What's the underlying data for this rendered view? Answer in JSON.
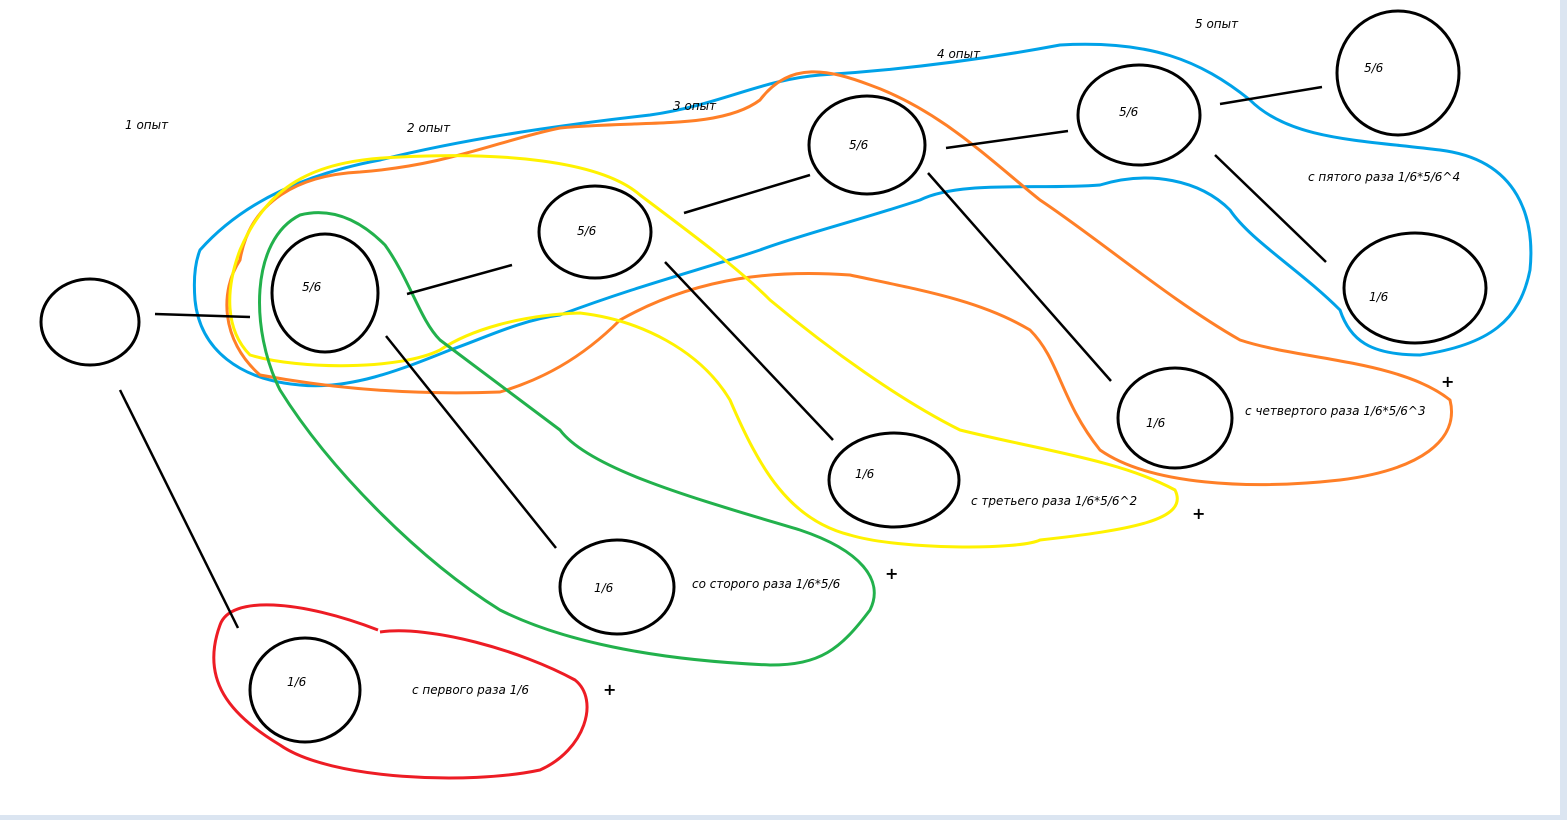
{
  "colors": {
    "red": "#ed1c24",
    "green": "#22b14c",
    "yellow": "#fff200",
    "orange": "#ff7f27",
    "blue": "#00a2e8"
  },
  "steps": [
    "1 опыт",
    "2 опыт",
    "3 опыт",
    "4 опыт",
    "5 опыт"
  ],
  "nodes": {
    "root": "",
    "fail": [
      "5/6",
      "5/6",
      "5/6",
      "5/6",
      "5/6"
    ],
    "success": [
      "1/6",
      "1/6",
      "1/6",
      "1/6",
      "1/6"
    ]
  },
  "results": [
    "с первого раза 1/6",
    "со сторого раза 1/6*5/6",
    "с третьего раза 1/6*5/6^2",
    "с четвертого раза 1/6*5/6^3",
    "с пятого раза 1/6*5/6^4"
  ],
  "plus": "+"
}
